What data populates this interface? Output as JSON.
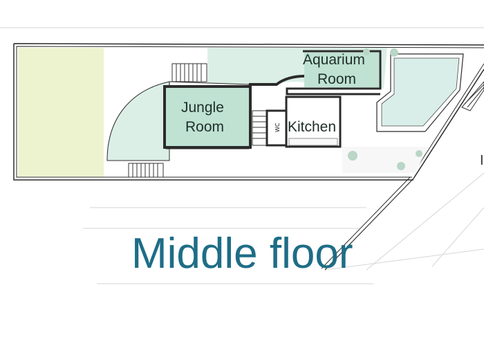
{
  "colors": {
    "lawn": "#eef3cf",
    "garden": "#dcefe7",
    "room_fill": "#bfe2d3",
    "wall": "#2b2b2b",
    "title": "#1e6d86",
    "pool": "#d9eee8"
  },
  "rooms": {
    "jungle": {
      "line1": "Jungle",
      "line2": "Room"
    },
    "aquarium": {
      "line1": "Aquarium",
      "line2": "Room"
    },
    "kitchen": {
      "label": "Kitchen"
    },
    "wc": {
      "label": "WC"
    }
  },
  "edge_text": "I",
  "title": "Middle floor"
}
